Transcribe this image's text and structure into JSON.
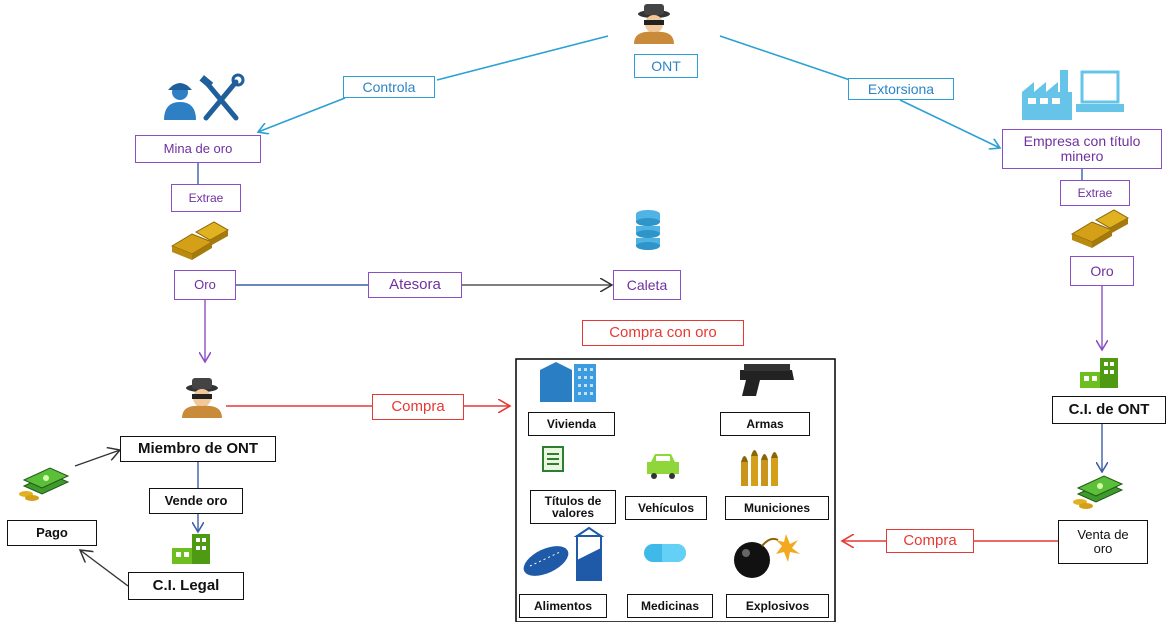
{
  "nodes": {
    "ont": "ONT",
    "controla": "Controla",
    "extorsiona": "Extorsiona",
    "mina": "Mina de oro",
    "extrae_left": "Extrae",
    "oro_left": "Oro",
    "atesora": "Atesora",
    "caleta": "Caleta",
    "empresa": "Empresa con título minero",
    "extrae_right": "Extrae",
    "oro_right": "Oro",
    "ci_ont": "C.I. de ONT",
    "venta": "Venta de oro",
    "compra_right": "Compra",
    "compra_center": "Compra",
    "compra_con_oro": "Compra con oro",
    "miembro": "Miembro de ONT",
    "vende": "Vende oro",
    "ci_legal": "C.I. Legal",
    "pago": "Pago"
  },
  "purchases": {
    "vivienda": "Vivienda",
    "armas": "Armas",
    "titulos": "Títulos de valores",
    "vehiculos": "Vehículos",
    "municiones": "Municiones",
    "alimentos": "Alimentos",
    "medicinas": "Medicinas",
    "explosivos": "Explosivos"
  },
  "colors": {
    "cyan": "#2aa0d4",
    "purple": "#8a4fc4",
    "red": "#e53935",
    "gold": "#d4a017",
    "green": "#6cbf1f",
    "black": "#111111"
  }
}
